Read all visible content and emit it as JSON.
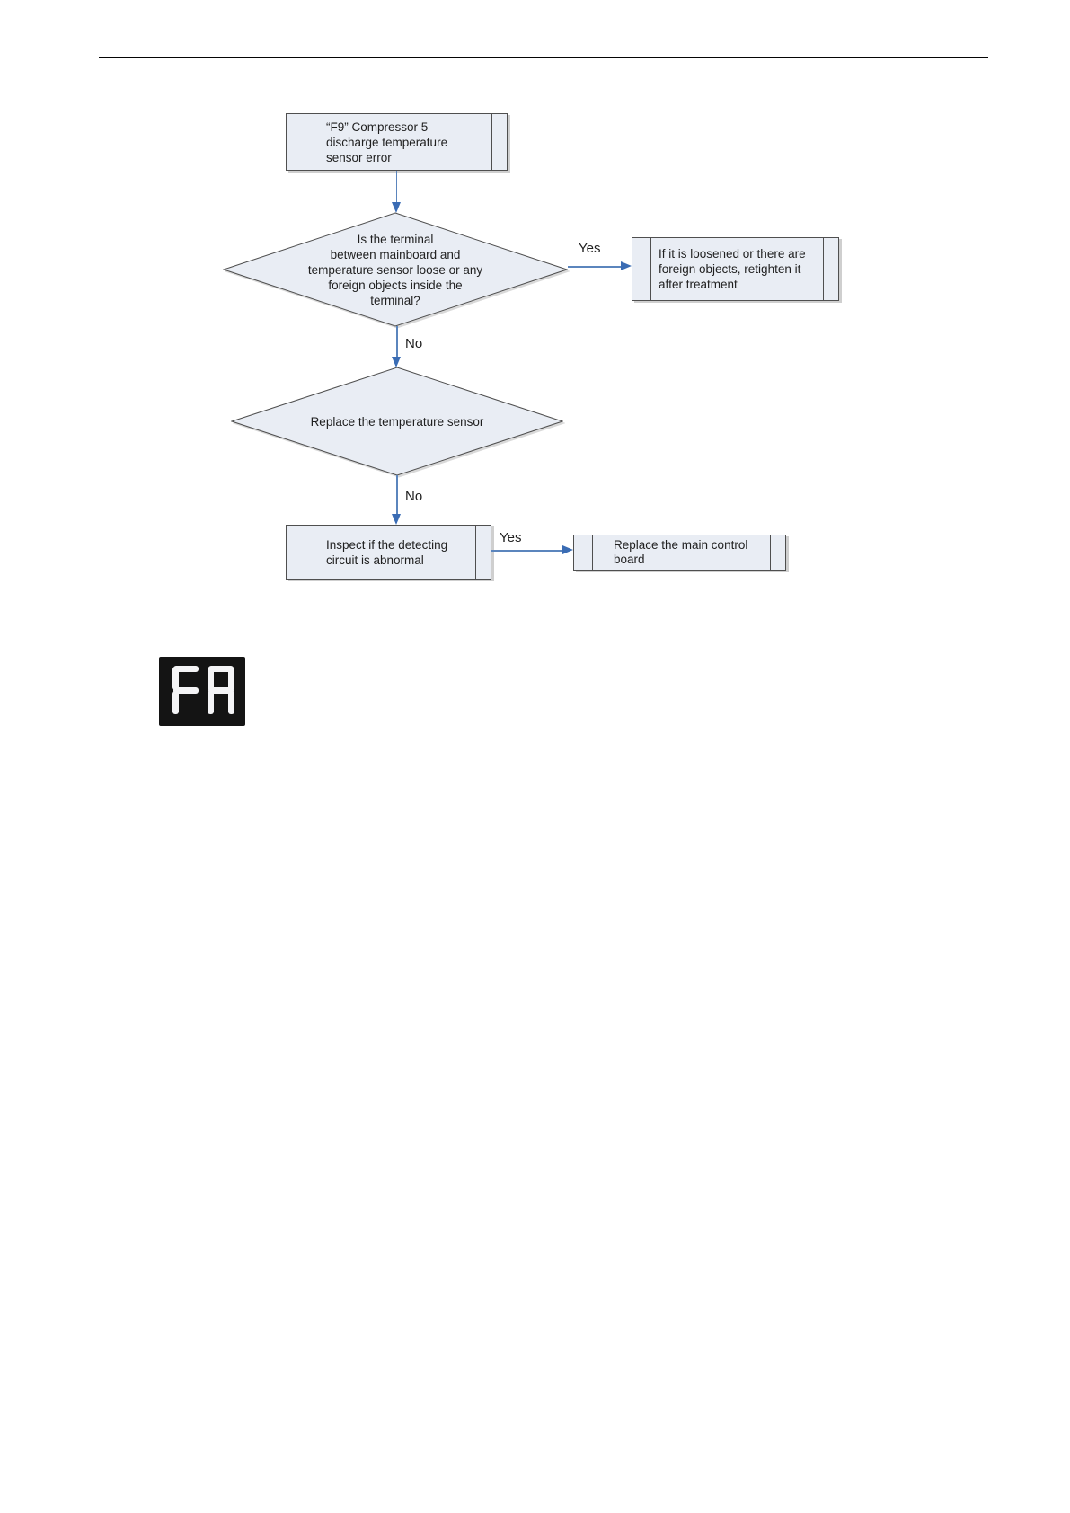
{
  "page_title": "F9 compressor discharge temperature sensor error troubleshooting",
  "flowchart": {
    "start_box": {
      "lines": [
        "“F9” Compressor 5",
        "discharge temperature",
        "sensor error"
      ]
    },
    "decision_terminal": {
      "lines": [
        "Is the terminal",
        "between mainboard and",
        "temperature sensor loose or any",
        "foreign objects inside the",
        "terminal?"
      ]
    },
    "retighten_box": {
      "lines": [
        "If it is loosened or there are",
        "foreign objects, retighten it",
        "after treatment"
      ]
    },
    "decision_replace_sensor": {
      "lines": [
        "Replace the temperature sensor"
      ]
    },
    "inspect_box": {
      "lines": [
        "Inspect if the detecting",
        "circuit is abnormal"
      ]
    },
    "replace_board_box": {
      "lines": [
        "Replace the main control",
        "board"
      ]
    },
    "labels": {
      "yes1": "Yes",
      "no1": "No",
      "no2": "No",
      "yes2": "Yes"
    }
  },
  "display": {
    "value": "FA"
  },
  "colors": {
    "shape_fill": "#e9edf4",
    "shape_border": "#4f4f4f",
    "arrow_line": "#5b85bd",
    "arrow_head": "#3a6cb4",
    "text": "#1f1f1f",
    "display_background": "#141414",
    "display_segment": "#f4f4f6",
    "page_rule": "#050505"
  }
}
